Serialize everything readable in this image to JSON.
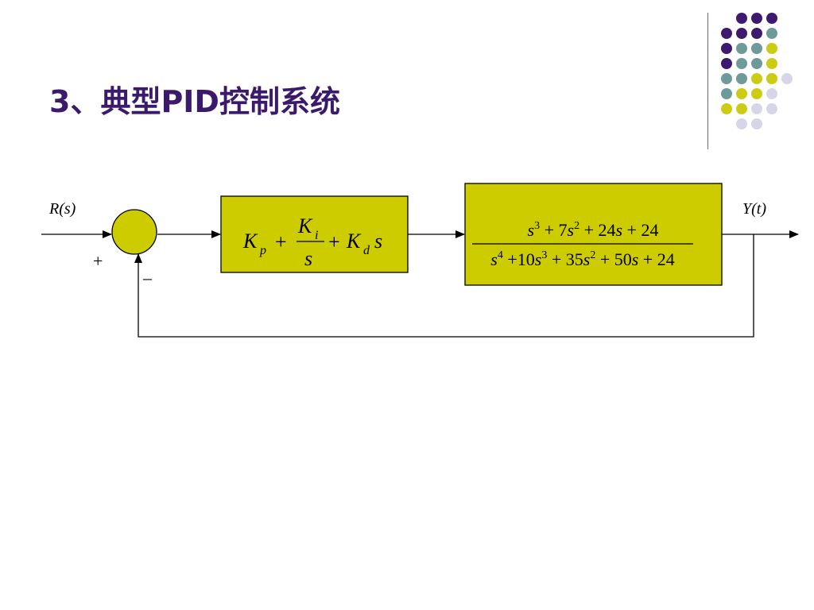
{
  "title": "3、典型PID控制系统",
  "colors": {
    "title": "#3b1a6b",
    "block_fill": "#cccc00",
    "dot_purple": "#3d1a6e",
    "dot_teal": "#6e9a99",
    "dot_yellow": "#cccc14",
    "dot_lavender": "#d6d6e8"
  },
  "decoration": {
    "dot_rows": [
      [
        "purple",
        "purple",
        "purple"
      ],
      [
        "purple",
        "purple",
        "purple",
        "teal"
      ],
      [
        "purple",
        "teal",
        "teal",
        "yellow"
      ],
      [
        "purple",
        "teal",
        "teal",
        "yellow"
      ],
      [
        "teal",
        "teal",
        "yellow",
        "yellow",
        "lavender"
      ],
      [
        "teal",
        "yellow",
        "yellow",
        "lavender"
      ],
      [
        "yellow",
        "yellow",
        "lavender",
        "lavender"
      ],
      [
        "lavender",
        "lavender"
      ]
    ]
  },
  "diagram": {
    "input_label": "R(s)",
    "output_label": "Y(t)",
    "summing_junction": {
      "plus_sign": "+",
      "minus_sign": "–"
    },
    "controller": {
      "Kp_K": "K",
      "Kp_sub": "p",
      "plus1": "+",
      "Ki_num_K": "K",
      "Ki_num_sub": "i",
      "Ki_den": "s",
      "plus2": "+",
      "Kd_K": "K",
      "Kd_sub": "d",
      "Kd_s": "s"
    },
    "plant": {
      "num": [
        {
          "t": "s",
          "it": true
        },
        {
          "t": "3",
          "sup": true
        },
        {
          "t": " + 7",
          "it": false
        },
        {
          "t": "s",
          "it": true
        },
        {
          "t": "2",
          "sup": true
        },
        {
          "t": " + 24",
          "it": false
        },
        {
          "t": "s",
          "it": true
        },
        {
          "t": " + 24",
          "it": false
        }
      ],
      "den": [
        {
          "t": "s",
          "it": true
        },
        {
          "t": "4",
          "sup": true
        },
        {
          "t": " +10",
          "it": false
        },
        {
          "t": "s",
          "it": true
        },
        {
          "t": "3",
          "sup": true
        },
        {
          "t": " + 35",
          "it": false
        },
        {
          "t": "s",
          "it": true
        },
        {
          "t": "2",
          "sup": true
        },
        {
          "t": " + 50",
          "it": false
        },
        {
          "t": "s",
          "it": true
        },
        {
          "t": " + 24",
          "it": false
        }
      ]
    }
  }
}
